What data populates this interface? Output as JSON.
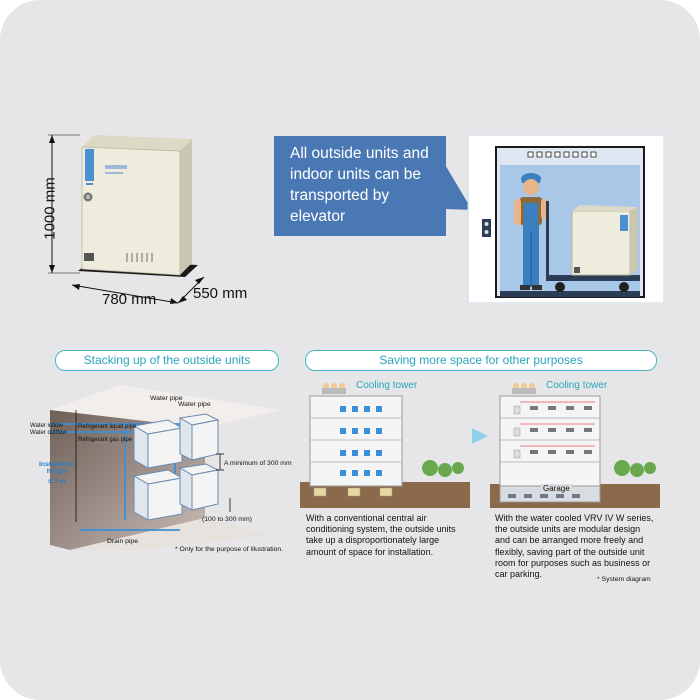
{
  "unit_spec": {
    "height_label": "1000 mm",
    "width_label": "780 mm",
    "depth_label": "550 mm"
  },
  "elevator": {
    "callout_text": "All outside units and indoor units can be transported by elevator"
  },
  "stacking": {
    "title": "Stacking up of the outside units",
    "water_pipe_label_1": "Water pipe",
    "water_pipe_label_2": "Water pipe",
    "water_inflow_label": "Water inflow",
    "water_outflow_label": "Water outflow",
    "refrigerant_liquid_pipe": "Refrigerant liquid pipe",
    "refrigerant_gas_pipe": "Refrigerant gas pipe",
    "installation_height_label": "Installation height",
    "installation_height_value": "≤ 3 m",
    "min_clearance": "A minimum of 300 mm",
    "spacing": "(100 to 300 mm)",
    "drain_pipe": "Drain pipe",
    "footnote": "* Only for the purpose of illustration."
  },
  "saving": {
    "title": "Saving more space for other purposes",
    "cooling_tower_left": "Cooling tower",
    "cooling_tower_right": "Cooling tower",
    "garage_label": "Garage",
    "desc_left": "With a conventional central air conditioning system, the outside units take up a disproportionately large amount of space for installation.",
    "desc_right": "With the water cooled VRV IV W series, the outside units are modular design and can be arranged more freely and flexibly, saving part of the outside unit room for purposes such as business or car parking.",
    "footnote": "* System diagram"
  },
  "colors": {
    "callout_blue": "#4a78b4",
    "pipe_blue": "#3a8fd8",
    "teal": "#2aa6bb",
    "ground_brown": "#8a6a4a"
  }
}
